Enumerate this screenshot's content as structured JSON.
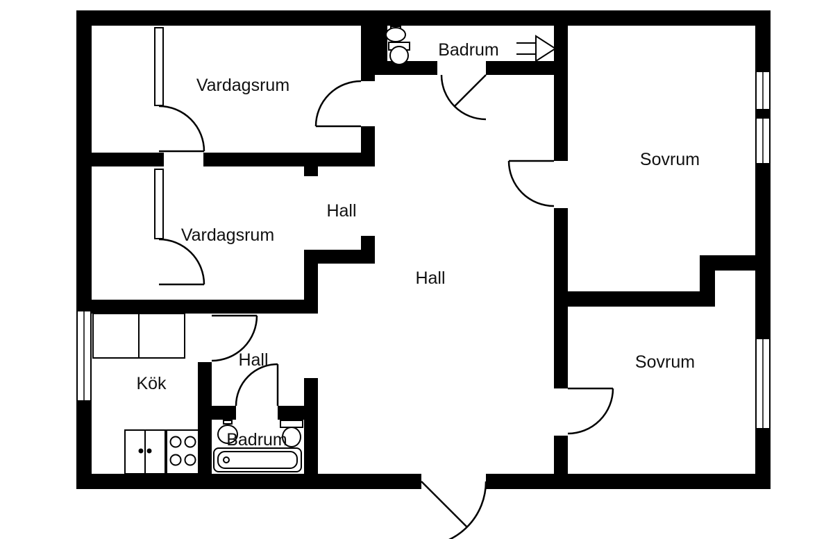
{
  "meta": {
    "type": "floor-plan",
    "background_color": "#ffffff",
    "wall_color": "#000000",
    "line_color": "#111111",
    "text_color": "#111111"
  },
  "rooms": [
    {
      "id": "vardagsrum-top",
      "label": "Vardagsrum"
    },
    {
      "id": "badrum-top",
      "label": "Badrum"
    },
    {
      "id": "sovrum-top",
      "label": "Sovrum"
    },
    {
      "id": "vardagsrum-mid",
      "label": "Vardagsrum"
    },
    {
      "id": "hall-upper",
      "label": "Hall"
    },
    {
      "id": "hall-center",
      "label": "Hall"
    },
    {
      "id": "hall-lower",
      "label": "Hall"
    },
    {
      "id": "kok",
      "label": "Kök"
    },
    {
      "id": "badrum-bottom",
      "label": "Badrum"
    },
    {
      "id": "sovrum-bottom",
      "label": "Sovrum"
    }
  ],
  "fixtures": {
    "badrum_top": [
      "sink",
      "toilet",
      "ventilation-symbol"
    ],
    "badrum_bottom": [
      "sink",
      "toilet",
      "bathtub"
    ],
    "kok": [
      "counter",
      "cabinet",
      "stove"
    ]
  },
  "openings": {
    "windows": 6,
    "interior_doors": 8,
    "entrance_doors": 1
  }
}
